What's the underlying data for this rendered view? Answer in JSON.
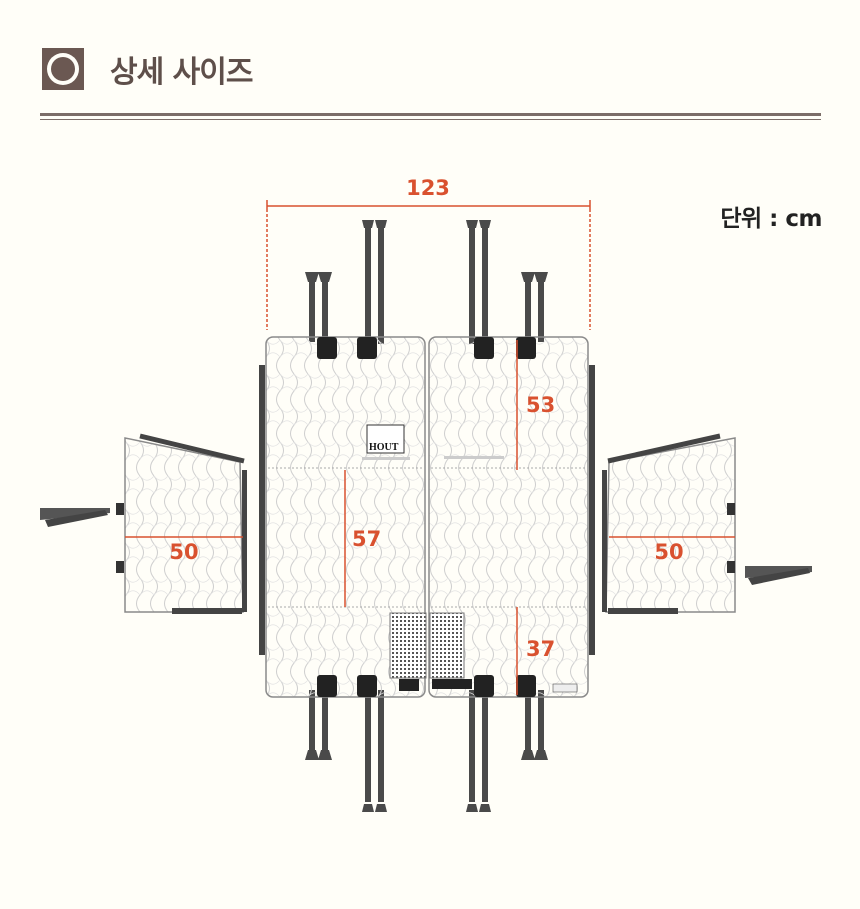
{
  "header": {
    "title": "상세 사이즈",
    "icon": "circle-badge-icon",
    "accent": "#6b5852"
  },
  "unit_label": "단위 : cm",
  "dimensions": {
    "total_width": "123",
    "wing_left": "50",
    "wing_right": "50",
    "upper_height": "53",
    "middle_height": "57",
    "lower_height": "37"
  },
  "brand_tag": "HOUT",
  "colors": {
    "dimension": "#d9512f",
    "strap": "#3a3a3a",
    "outline": "#8a8a8a"
  }
}
